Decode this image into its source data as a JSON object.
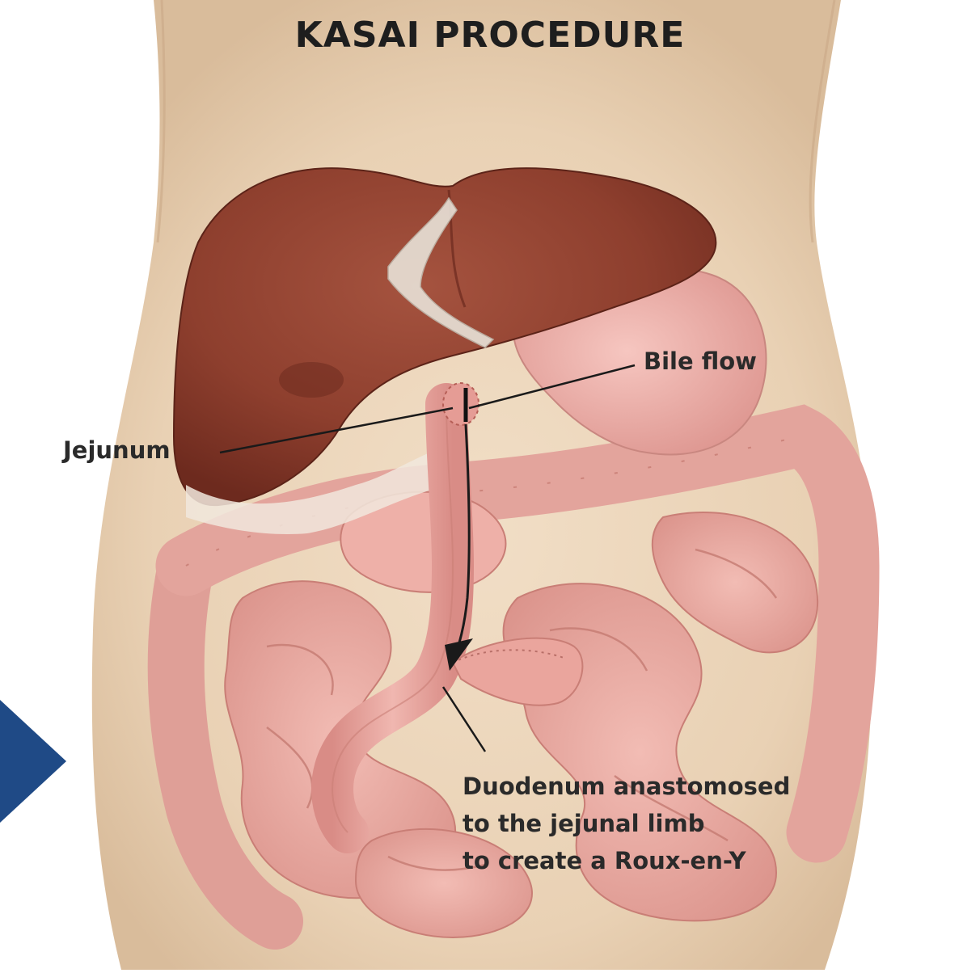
{
  "title": "KASAI PROCEDURE",
  "labels": {
    "bile_flow": "Bile flow",
    "jejunum": "Jejunum",
    "duodenum_lines": [
      "Duodenum anastomosed",
      "to the jejunal limb",
      "to create a Roux-en-Y"
    ]
  },
  "colors": {
    "skin": "#ecd6bb",
    "liver": "#8e3f2e",
    "stomach": "#ecaaa5",
    "intestine": "#e9a8a0",
    "accent_arrow": "#1f4a86",
    "text": "#2a2a2a"
  }
}
